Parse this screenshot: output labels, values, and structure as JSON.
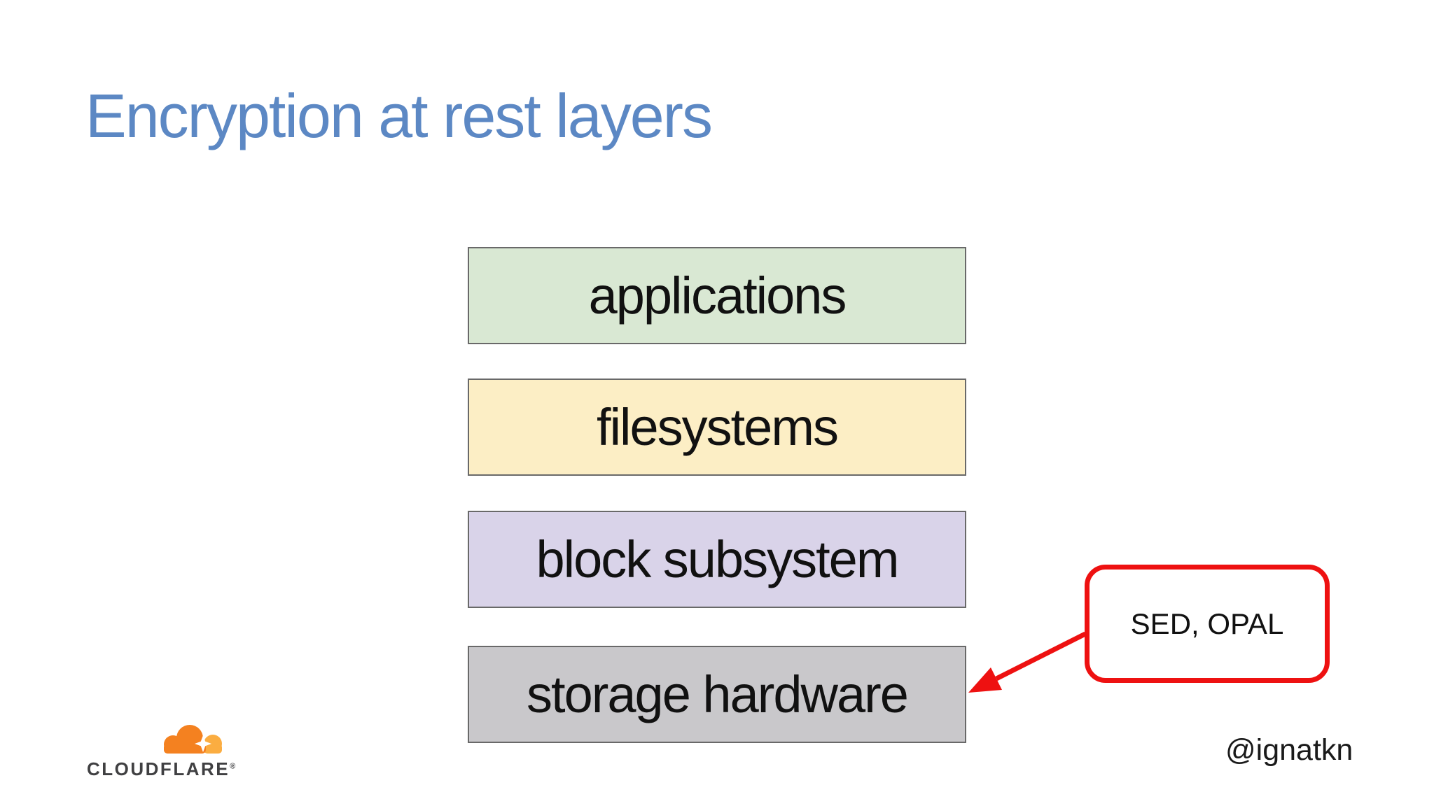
{
  "slide": {
    "title": "Encryption at rest layers",
    "layers": [
      {
        "label": "applications",
        "fill": "#d9e8d3"
      },
      {
        "label": "filesystems",
        "fill": "#fceec5"
      },
      {
        "label": "block subsystem",
        "fill": "#d9d3e9"
      },
      {
        "label": "storage hardware",
        "fill": "#c9c8cb"
      }
    ],
    "callout": {
      "label": "SED, OPAL"
    },
    "footer": {
      "brand": "CLOUDFLARE",
      "brand_mark": "®",
      "handle": "@ignatkn"
    },
    "colors": {
      "background": "#ffffff",
      "title_blue": "#5c88c4",
      "box_border": "#696969",
      "box_text": "#111111",
      "accent_red": "#ee1111",
      "cloudflare_orange": "#f48120",
      "cloudflare_light_orange": "#fbad41",
      "wordmark_gray": "#404042"
    },
    "icons": {
      "logo_cloud": "cloudflare-cloud-icon",
      "arrow": "red-arrow-icon"
    }
  }
}
